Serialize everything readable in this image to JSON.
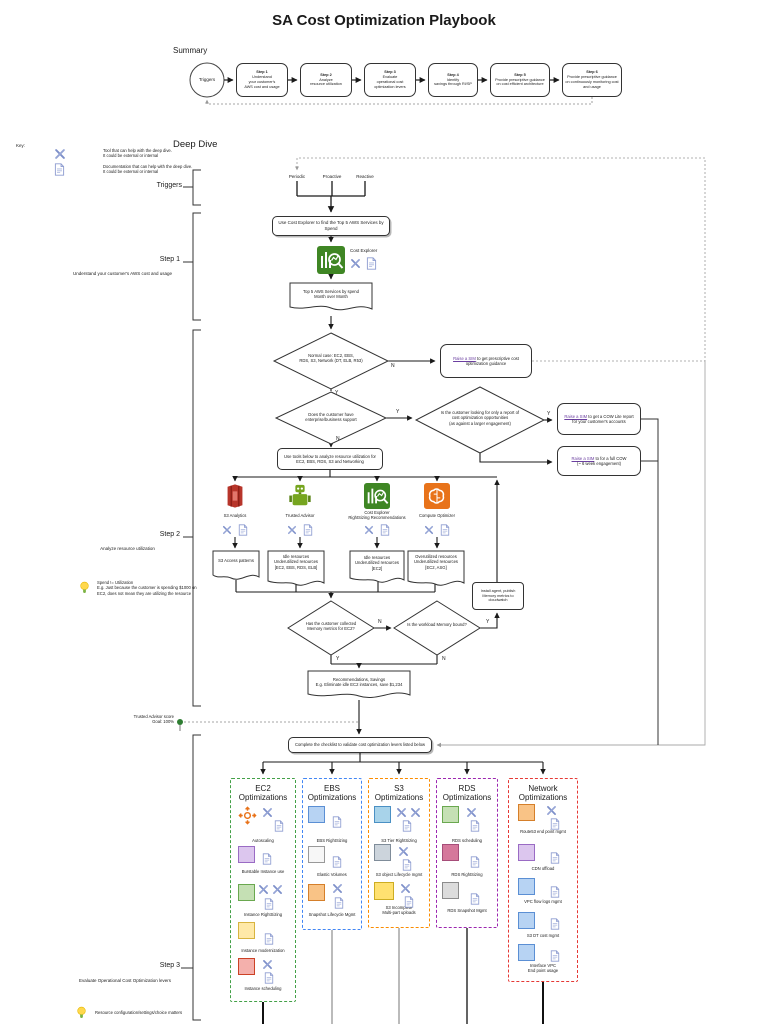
{
  "page": {
    "title": "SA Cost Optimization Playbook"
  },
  "summary": {
    "label": "Summary",
    "trigger": "Triggers",
    "steps": [
      {
        "title": "Step 1",
        "desc": "Understand\nyour customer's\nAWS cost and usage"
      },
      {
        "title": "Step 2",
        "desc": "Analyze\nresource utilization"
      },
      {
        "title": "Step 3",
        "desc": "Evaluate\noperational cost\noptimization levers"
      },
      {
        "title": "Step 4",
        "desc": "Identify\nsavings through RI/SP"
      },
      {
        "title": "Step 5",
        "desc": "Provide prescriptive guidance\non cost efficient architecture"
      },
      {
        "title": "Step 6",
        "desc": "Provide prescriptive guidance\non continuously monitoring cost\nand usage"
      }
    ]
  },
  "key": {
    "label": "Key:",
    "tool_desc": "Tool that can help with the deep dive.\nIt could be external or internal",
    "doc_desc": "Documentation that can help with the deep dive.\nIt could be external or internal"
  },
  "deep_dive": {
    "heading": "Deep Dive",
    "triggers_label": "Triggers",
    "step1_label": "Step 1",
    "step1_desc": "Understand your customer's AWS cost and usage",
    "step2_label": "Step 2",
    "step2_desc": "Analyze resource utilization",
    "step3_label": "Step 3",
    "step3_desc": "Evaluate Operational Cost Optimization levers",
    "triggers": [
      "Periodic",
      "Proactive",
      "Reactive"
    ],
    "yes": "Y",
    "no": "N",
    "find_top5": "Use Cost Explorer to find the Top 5 AWS Services by Spend",
    "cost_explorer_label": "Cost Explorer",
    "top5_doc": "Top 5 AWS Services by spend\nMonth over Month",
    "decision_normal": "Normal case: EC2, EBS,\nRDS, S3, Network (DT, ELB, R53)",
    "sim_guidance": {
      "link": "Raise a SIM",
      "rest": " to get prescriptive cost optimization guidance"
    },
    "decision_support": "Does the customer have\nenterprise/business support",
    "decision_report": "Is the customer looking for only a report of\ncost optimization opportunities\n(as against a larger engagement)",
    "sim_cow_lite": {
      "link": "Raise a SIM",
      "rest": " to get a COW Lite report\nfor your customer's accounts"
    },
    "sim_cow_full": {
      "link": "Raise a SIM",
      "rest": " to for a full COW\n(~ 6 week engagement)"
    },
    "use_tools": "Use tools below to analyze resource utilization for\nEC2, EBS, RDS, S3 and Networking",
    "tools": [
      {
        "name": "S3 Analytics"
      },
      {
        "name": "Trusted Advisor"
      },
      {
        "name": "Cost Explorer\nRightSizing Recommendations"
      },
      {
        "name": "Compute Optimizer"
      }
    ],
    "outputs": [
      "S3 Access patterns",
      "Idle resources\nUnderutilized resources\n[EC2, EBS, RDS, ELB]",
      "Idle resources\nUnderutilized resources\n[EC2]",
      "Overutilized resources\nUnderutilized resources\n[EC2, ASG]"
    ],
    "install_agent": "Install agent, publish\nMemory metrics to\ncloudwatch",
    "decision_memory": "Has the customer collected\nMemory metrics for EC2?",
    "decision_membound": "Is the workload Memory bound?",
    "recommendations": "Recommendations, Savings\nE.g. Eliminate idle EC2 instances, save $1,234",
    "spend_note": "Spend != Utilization\nE.g. Just because the customer is spending $1000 on\nEC2, does not mean they are utilizing the resource",
    "ta_note": "Trusted Advisor score\nGoal: 100%",
    "checklist": "Complete the checklist to validate cost optimization levers listed below",
    "resource_note": "Resource configuration/settings/choice matters"
  },
  "columns": [
    {
      "title": "EC2\nOptimizations",
      "color": "#43a047",
      "items": [
        {
          "label": "Autoscaling",
          "icons": [
            "autoscaling-icon",
            "tool-icon",
            "doc-icon"
          ]
        },
        {
          "label": "Burstable Instance use",
          "icons": [
            "doc-icon"
          ]
        },
        {
          "label": "Instance RightSizing",
          "icons": [
            "tool-icon",
            "tool-icon",
            "doc-icon"
          ]
        },
        {
          "label": "Instance modernization",
          "icons": [
            "doc-icon"
          ]
        },
        {
          "label": "Instance scheduling",
          "icons": [
            "tool-icon",
            "doc-icon"
          ]
        }
      ]
    },
    {
      "title": "EBS\nOptimizations",
      "color": "#4286f4",
      "items": [
        {
          "label": "EBS RightSizing",
          "icons": [
            "doc-icon"
          ]
        },
        {
          "label": "Elastic Volumes",
          "icons": [
            "doc-icon"
          ]
        },
        {
          "label": "Snapshot Lifecycle Mgmt",
          "icons": [
            "tool-icon",
            "doc-icon"
          ]
        }
      ]
    },
    {
      "title": "S3\nOptimizations",
      "color": "#fb8c00",
      "items": [
        {
          "label": "S3 Tier RightSizing",
          "icons": [
            "tool-icon",
            "tool-icon",
            "doc-icon"
          ]
        },
        {
          "label": "S3 object Lifecycle mgmt",
          "icons": [
            "tool-icon",
            "doc-icon"
          ]
        },
        {
          "label": "S3 Incomplete\nMulti-part uploads",
          "icons": [
            "tool-icon",
            "doc-icon"
          ]
        }
      ]
    },
    {
      "title": "RDS\nOptimizations",
      "color": "#9c27b0",
      "items": [
        {
          "label": "RDS scheduling",
          "icons": [
            "tool-icon",
            "doc-icon"
          ]
        },
        {
          "label": "RDS RightSizing",
          "icons": [
            "doc-icon"
          ]
        },
        {
          "label": "RDS Snapshot Mgmt",
          "icons": [
            "doc-icon"
          ]
        }
      ]
    },
    {
      "title": "Network\nOptimizations",
      "color": "#e53935",
      "items": [
        {
          "label": "Route53 end point mgmt",
          "icons": [
            "tool-icon",
            "doc-icon"
          ]
        },
        {
          "label": "CDN offload",
          "icons": [
            "doc-icon"
          ]
        },
        {
          "label": "VPC flow logs mgmt",
          "icons": [
            "doc-icon"
          ]
        },
        {
          "label": "S3 DT cost mgmt",
          "icons": [
            "doc-icon"
          ]
        },
        {
          "label": "Interface VPC\nEnd point usage",
          "icons": [
            "doc-icon"
          ]
        }
      ]
    }
  ],
  "colors": {
    "link": "#6b3fa0",
    "tool_icon": "#7d8fc9",
    "doc_icon": "#8d9cd0",
    "cost_explorer_green": "#3f8624",
    "trusted_advisor_green": "#76a51f",
    "s3_analytics_red": "#b7352a",
    "compute_optimizer_orange": "#e8731a",
    "trusted_advisor_dot": "#2e7d32"
  }
}
